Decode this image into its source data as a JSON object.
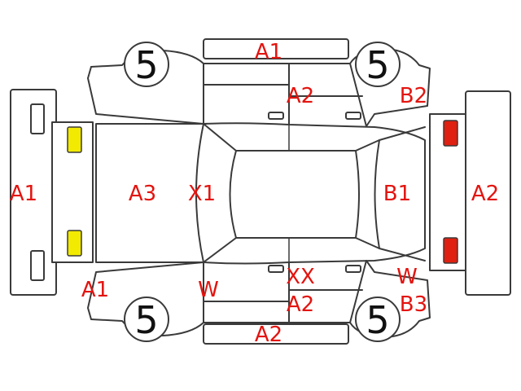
{
  "colors": {
    "code_text": "#e3140f",
    "line": "#3a3a3a",
    "yellow_lamp": "#f2ea00",
    "red_lamp": "#e02010",
    "background": "#ffffff"
  },
  "tires": {
    "front_left": "5",
    "rear_left": "5",
    "front_right": "5",
    "rear_right": "5"
  },
  "marks": {
    "top_body": "A1",
    "top_rear_door": "A2",
    "top_rear_quarter": "B2",
    "left_bumper": "A1",
    "hood": "A3",
    "front_pillar": "X1",
    "roof_rear": "B1",
    "rear_bumper": "A2",
    "bottom_front_fender": "A1",
    "bottom_front_door": "W",
    "bottom_rear_door_1": "XX",
    "bottom_rear_door_2": "A2",
    "bottom_rear_quarter_1": "W",
    "bottom_rear_quarter_2": "B3",
    "bottom_body": "A2"
  }
}
